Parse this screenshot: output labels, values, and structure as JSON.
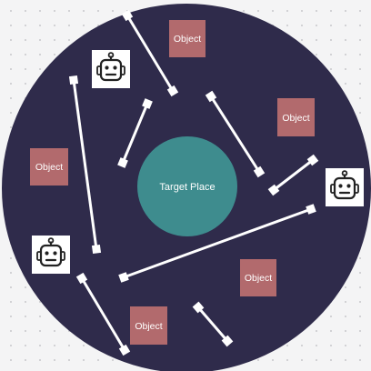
{
  "colors": {
    "arena": "#2f2b4b",
    "target": "#3e8c8e",
    "object": "#b26a6d",
    "rod": "#ffffff",
    "text": "#ffffff",
    "robot_icon_bg": "#ffffff",
    "robot_icon_stroke": "#222222"
  },
  "target": {
    "label": "Target Place"
  },
  "objects": [
    {
      "label": "Object"
    },
    {
      "label": "Object"
    },
    {
      "label": "Object"
    },
    {
      "label": "Object"
    },
    {
      "label": "Object"
    }
  ],
  "robots": [
    {
      "icon": "robot-icon"
    },
    {
      "icon": "robot-icon"
    },
    {
      "icon": "robot-icon"
    }
  ],
  "rods": [
    {
      "icon": "rod-line"
    },
    {
      "icon": "rod-line"
    },
    {
      "icon": "rod-line"
    },
    {
      "icon": "rod-line"
    },
    {
      "icon": "rod-line"
    },
    {
      "icon": "rod-line"
    },
    {
      "icon": "rod-line"
    },
    {
      "icon": "rod-line"
    }
  ]
}
